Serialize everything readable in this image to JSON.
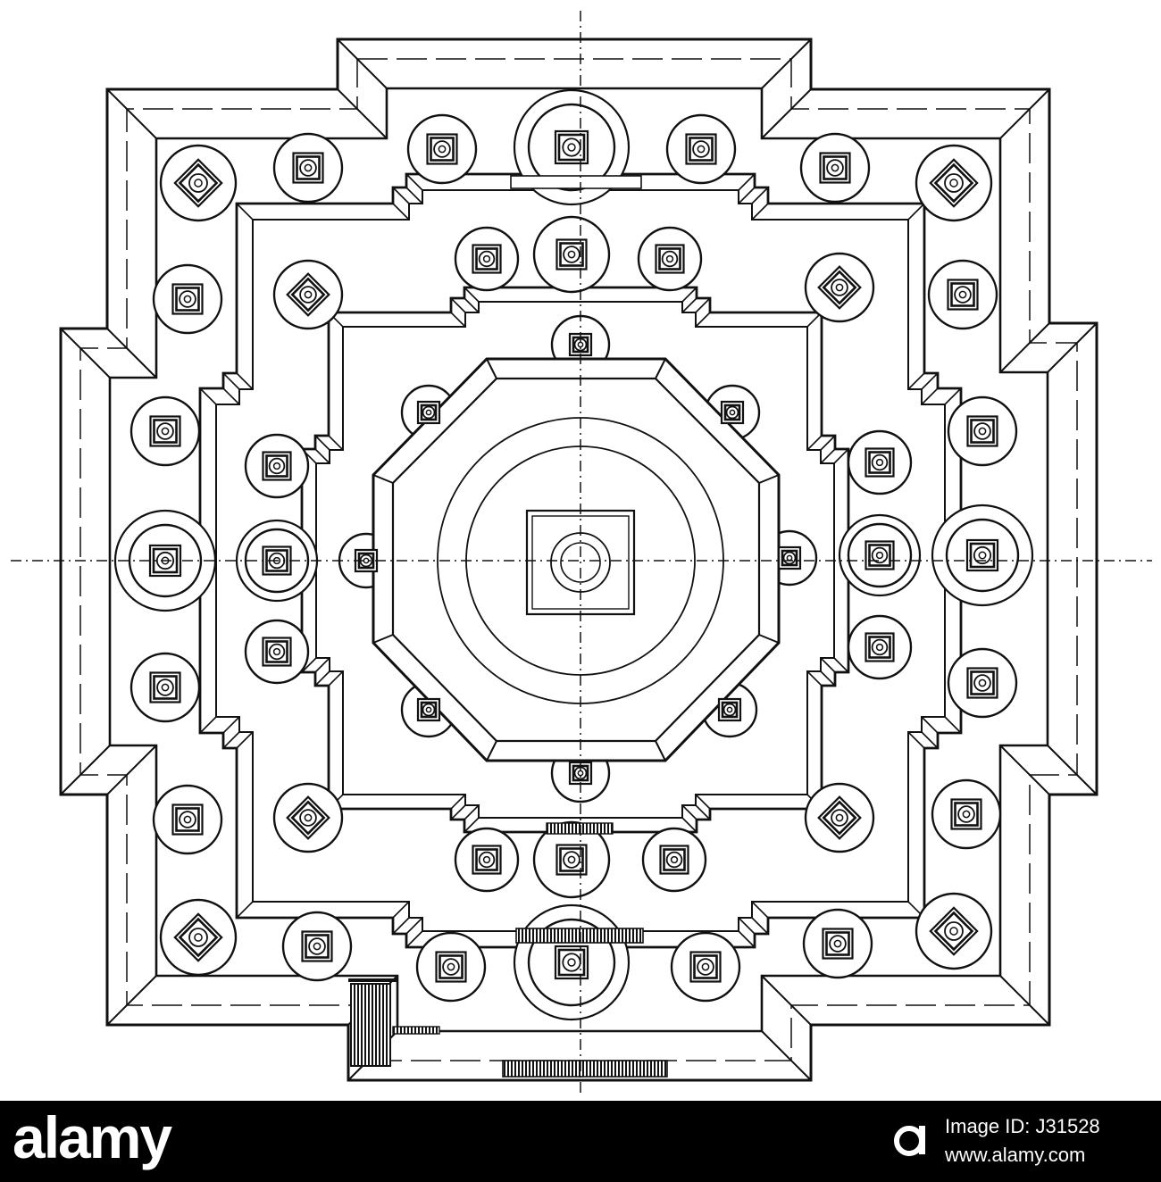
{
  "watermark": {
    "brand": "alamy",
    "image_id": "Image ID: J31528",
    "url": "www.alamy.com",
    "logo_icon": "alamy-a-logo-icon"
  },
  "colors": {
    "ink": "#111111",
    "paper": "#ffffff",
    "watermark_bar": "#000000",
    "watermark_text": "#ffffff"
  }
}
